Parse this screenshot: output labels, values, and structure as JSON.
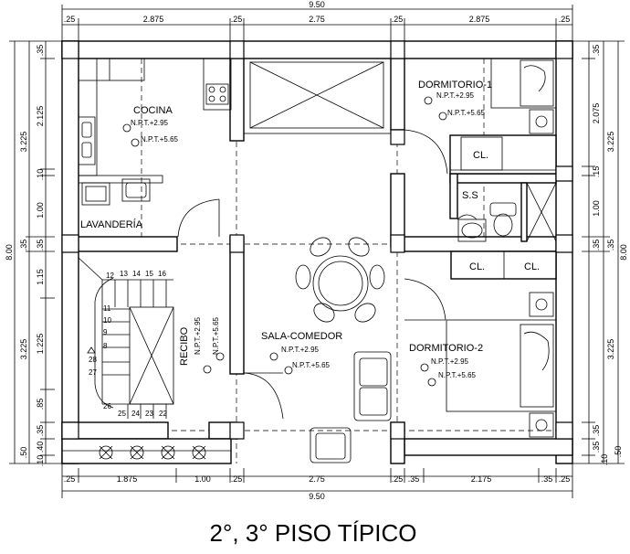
{
  "dimensions": {
    "top_total": "9.50",
    "top_segments": [
      ".25",
      "2.875",
      ".25",
      "2.75",
      ".25",
      "2.875",
      ".25"
    ],
    "bottom_total": "9.50",
    "bottom_segments": [
      ".25",
      "1.875",
      "1.00",
      ".25",
      "2.75",
      ".25",
      ".35",
      "2.175",
      ".35",
      ".25"
    ],
    "left_total": "8.00",
    "left_outer": [
      "3.225",
      ".35",
      "3.225"
    ],
    "left_inner": [
      ".35",
      "2.125",
      ".10",
      "1.00",
      ".35",
      "1.15",
      "1.225",
      ".85",
      ".35",
      ".40",
      ".10"
    ],
    "right_total": "8.00",
    "right_outer": [
      "3.225",
      ".35",
      "3.225"
    ],
    "right_inner": [
      ".35",
      "2.075",
      ".15",
      "1.00",
      ".35",
      ".35",
      ".35",
      ".50",
      ".10"
    ],
    "bottom_left_extra": ".50"
  },
  "rooms": {
    "cocina": "COCINA",
    "lavanderia": "LAVANDERÍA",
    "dormitorio1": "DORMITORIO-1",
    "dormitorio2": "DORMITORIO-2",
    "sala_comedor": "SALA-COMEDOR",
    "recibo": "RECIBO",
    "ss": "S.S",
    "closet": "CL."
  },
  "levels": {
    "npt_low": "N.P.T.+2.95",
    "npt_high": "N.P.T.+5.65"
  },
  "stairs": {
    "steps_top": [
      "12",
      "13",
      "14",
      "15",
      "16"
    ],
    "steps_left": [
      "11",
      "10",
      "9",
      "8",
      "28",
      "27"
    ],
    "steps_bottom": [
      "26",
      "25",
      "24",
      "23",
      "22"
    ]
  },
  "title": "2°, 3° PISO TÍPICO"
}
